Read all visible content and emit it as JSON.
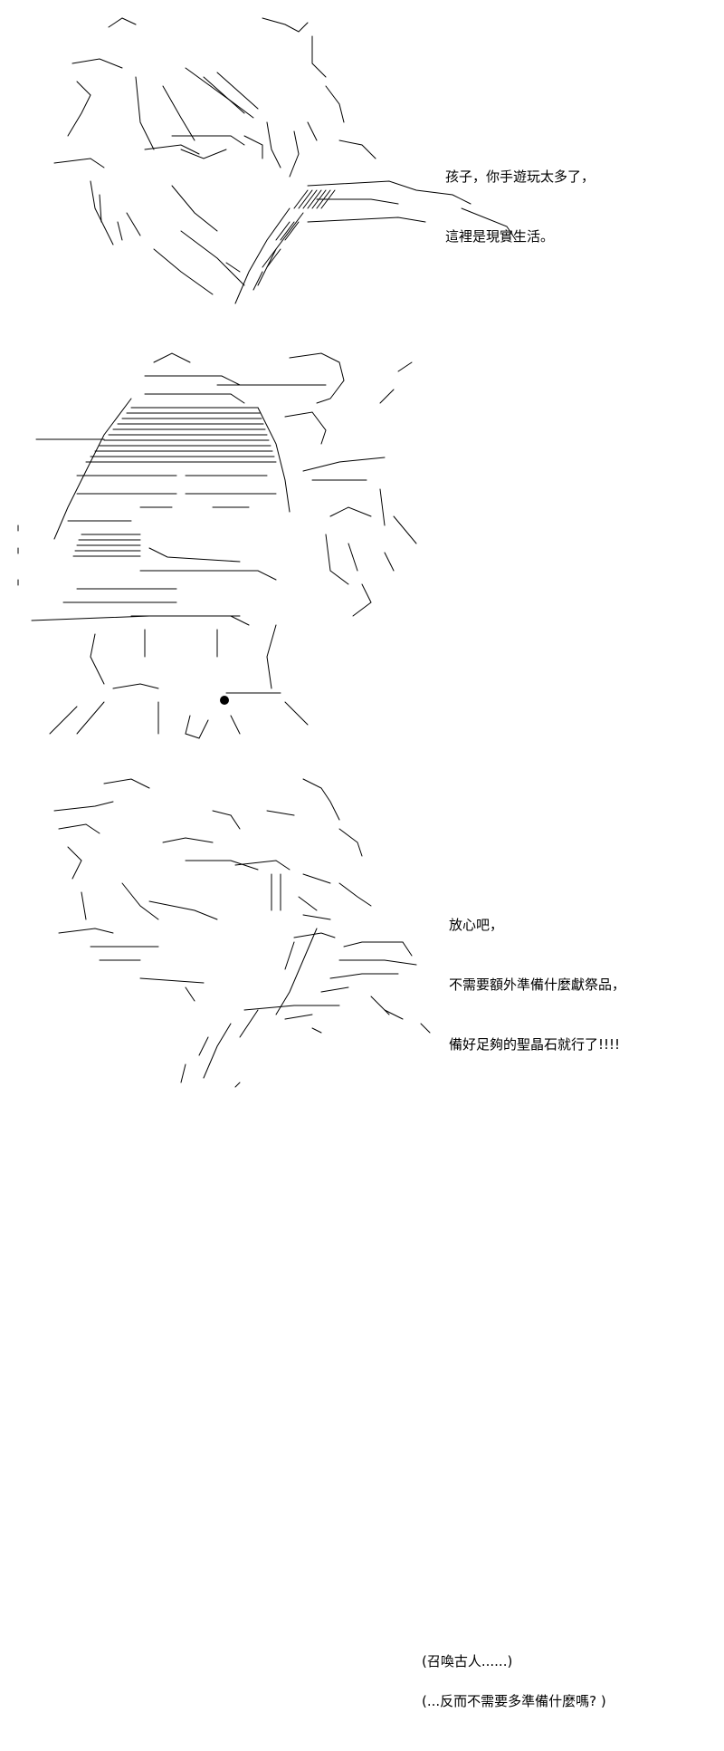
{
  "panels": [
    {
      "art": "ascii-art-girl-closeup",
      "speech": [
        "孩子，你手遊玩太多了，",
        "這裡是現實生活。"
      ]
    },
    {
      "art": "ascii-art-girl-smiling",
      "speech": [
        "放心吧，",
        "不需要額外準備什麼獻祭品，",
        "備好足夠的聖晶石就行了!!!!"
      ]
    },
    {
      "art": "ascii-art-girl-thinking",
      "speech_a": "(召喚古人......)",
      "speech_b": "(...反而不需要多準備什麼嗎? )"
    }
  ]
}
